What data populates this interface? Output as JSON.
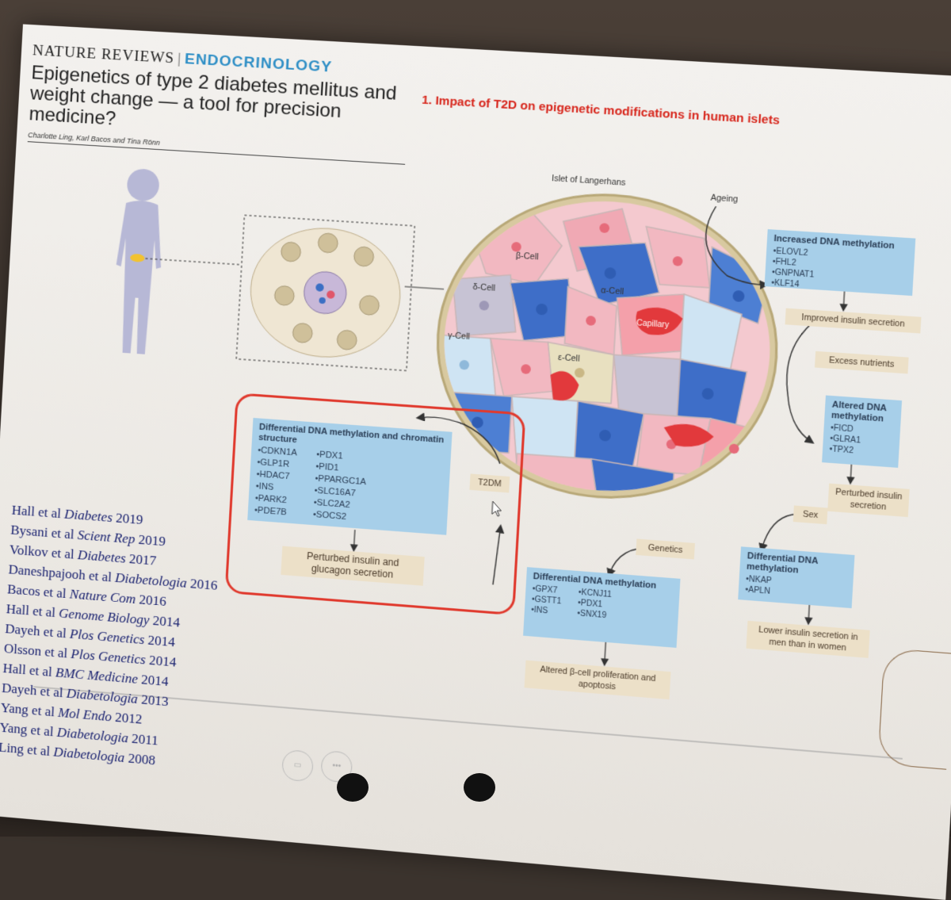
{
  "journal": {
    "name": "NATURE REVIEWS",
    "separator": "|",
    "section": "ENDOCRINOLOGY"
  },
  "paper": {
    "title": "Epigenetics of type 2 diabetes mellitus and weight change — a tool for precision medicine?",
    "authors": "Charlotte Ling, Karl Bacos and Tina Rönn"
  },
  "slide_heading": "1. Impact of T2D on epigenetic modifications in human islets",
  "islet": {
    "label": "Islet of Langerhans",
    "cells": {
      "beta": "β-Cell",
      "alpha": "α-Cell",
      "delta": "δ-Cell",
      "gamma": "γ-Cell",
      "epsilon": "ε-Cell",
      "capillary": "Capillary"
    }
  },
  "ageing": {
    "trigger": "Ageing",
    "title": "Increased DNA methylation",
    "genes": [
      "ELOVL2",
      "FHL2",
      "GNPNAT1",
      "KLF14"
    ],
    "outcome": "Improved insulin secretion"
  },
  "nutrients": {
    "trigger": "Excess nutrients",
    "title": "Altered DNA methylation",
    "genes": [
      "FICD",
      "GLRA1",
      "TPX2"
    ],
    "outcome": "Perturbed insulin secretion"
  },
  "sex": {
    "trigger": "Sex",
    "title": "Differential DNA methylation",
    "genes": [
      "NKAP",
      "APLN"
    ],
    "outcome": "Lower insulin secretion in men than in women"
  },
  "genetics": {
    "trigger": "Genetics",
    "title": "Differential DNA methylation",
    "genes_col1": [
      "GPX7",
      "GSTT1",
      "INS"
    ],
    "genes_col2": [
      "KCNJ11",
      "PDX1",
      "SNX19"
    ],
    "outcome": "Altered β-cell proliferation and apoptosis"
  },
  "t2dm": {
    "trigger": "T2DM",
    "title": "Differential DNA methylation and chromatin structure",
    "genes_col1": [
      "CDKN1A",
      "GLP1R",
      "HDAC7",
      "INS",
      "PARK2",
      "PDE7B"
    ],
    "genes_col2": [
      "PDX1",
      "PID1",
      "PPARGC1A",
      "SLC16A7",
      "SLC2A2",
      "SOCS2"
    ],
    "outcome": "Perturbed insulin and glucagon secretion"
  },
  "references": [
    {
      "authors": "Hall et al",
      "journal": "Diabetes",
      "year": "2019"
    },
    {
      "authors": "Bysani et al",
      "journal": "Scient Rep",
      "year": "2019"
    },
    {
      "authors": "Volkov et al",
      "journal": "Diabetes",
      "year": "2017"
    },
    {
      "authors": "Daneshpajooh et al",
      "journal": "Diabetologia",
      "year": "2016"
    },
    {
      "authors": "Bacos et al",
      "journal": "Nature Com",
      "year": "2016"
    },
    {
      "authors": "Hall et al",
      "journal": "Genome Biology",
      "year": "2014"
    },
    {
      "authors": "Dayeh et al",
      "journal": "Plos Genetics",
      "year": "2014"
    },
    {
      "authors": "Olsson et al",
      "journal": "Plos Genetics",
      "year": "2014"
    },
    {
      "authors": "Hall et al",
      "journal": "BMC Medicine",
      "year": "2014"
    },
    {
      "authors": "Dayeh et al",
      "journal": "Diabetologia",
      "year": "2013"
    },
    {
      "authors": "Yang et al",
      "journal": "Mol Endo",
      "year": "2012"
    },
    {
      "authors": "Yang et al",
      "journal": "Diabetologia",
      "year": "2011"
    },
    {
      "authors": "Ling et al",
      "journal": "Diabetologia",
      "year": "2008"
    }
  ],
  "colors": {
    "heading_red": "#d7261c",
    "brand_blue": "#2f8fc6",
    "box_blue": "#a7cfe9",
    "outcome_tan": "#ece0c8",
    "ref_navy": "#1a2270"
  }
}
